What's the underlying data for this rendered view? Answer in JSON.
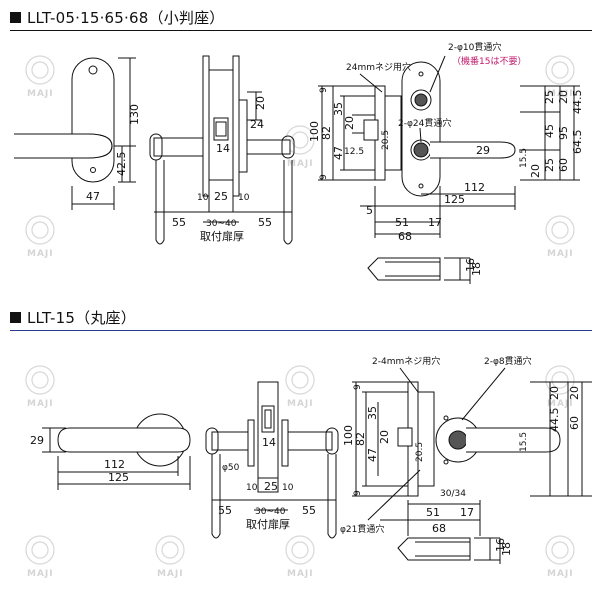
{
  "sections": [
    {
      "title": "LLT-05·15·65·68（小判座）",
      "dims": {
        "d130": "130",
        "d47": "47",
        "d42_5": "42.5",
        "d20r": "20",
        "d24": "24",
        "d14": "14",
        "d10a": "10",
        "d25a": "25",
        "d10b": "10",
        "d55a": "55",
        "d30_40": "30~40",
        "d55b": "55",
        "door": "取付扉厚",
        "d9a": "9",
        "d100": "100",
        "d82": "82",
        "d35": "35",
        "d47b": "47",
        "d20b": "20",
        "d9b": "9",
        "d12_5": "12.5",
        "d20_5": "20.5",
        "d5": "5",
        "d51": "51",
        "d17": "17",
        "d68": "68",
        "d25c": "25",
        "d45": "45",
        "d95": "95",
        "d20c": "20",
        "d44_5": "44.5",
        "d64_5": "64.5",
        "d15_5": "15.5",
        "d25d": "25",
        "d60": "60",
        "d20d": "20",
        "d29": "29",
        "d112": "112",
        "d125": "125",
        "d16": "16",
        "d18": "18"
      },
      "notes": {
        "screw": "24mmネジ用穴",
        "hole10": "2-φ10貫通穴",
        "hole10note": "（機番15は不要）",
        "hole24": "2-φ24貫通穴"
      }
    },
    {
      "title": "LLT-15（丸座）",
      "dims": {
        "d29": "29",
        "d112": "112",
        "d125": "125",
        "d14": "14",
        "d50": "φ50",
        "d25": "25",
        "d10a": "10",
        "d10b": "10",
        "d55a": "55",
        "d30_40": "30~40",
        "d55b": "55",
        "door": "取付扉厚",
        "d9a": "9",
        "d100": "100",
        "d82": "82",
        "d35": "35",
        "d47": "47",
        "d20": "20",
        "d9b": "9",
        "d20_5": "20.5",
        "d30_34": "30/34",
        "d51": "51",
        "d17": "17",
        "d68": "68",
        "d20e": "20",
        "d44_5": "44.5",
        "d60": "60",
        "d20f": "20",
        "d15_5": "15.5",
        "d16": "16",
        "d18": "18"
      },
      "notes": {
        "screw": "2-4mmネジ用穴",
        "hole8": "2-φ8貫通穴",
        "hole21": "φ21貫通穴"
      }
    }
  ],
  "watermark": "MAJI",
  "colors": {
    "ink": "#111111",
    "note_accent": "#c2186b",
    "divider_blue": "#2b3a8f",
    "watermark": "#d8d8d8"
  }
}
